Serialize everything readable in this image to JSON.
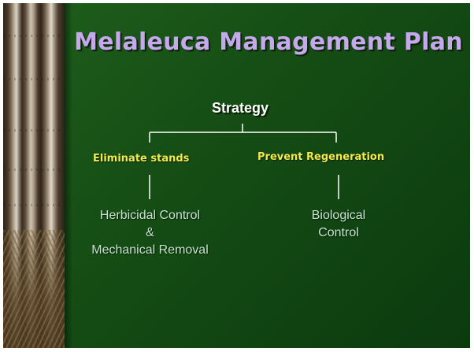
{
  "title": "Melaleuca Management Plan",
  "root": {
    "label": "Strategy"
  },
  "branches": [
    {
      "label": "Eliminate stands",
      "leaf": [
        "Herbicidal Control",
        "&",
        "Mechanical Removal"
      ]
    },
    {
      "label": "Prevent Regeneration",
      "leaf": [
        "Biological",
        "Control"
      ]
    }
  ],
  "colors": {
    "background": "#154c14",
    "title": "#c6a9ec",
    "root_text": "#ffffff",
    "branch_text": "#f2e94d",
    "leaf_text": "#c5e3cf",
    "connector": "#ffffff"
  }
}
